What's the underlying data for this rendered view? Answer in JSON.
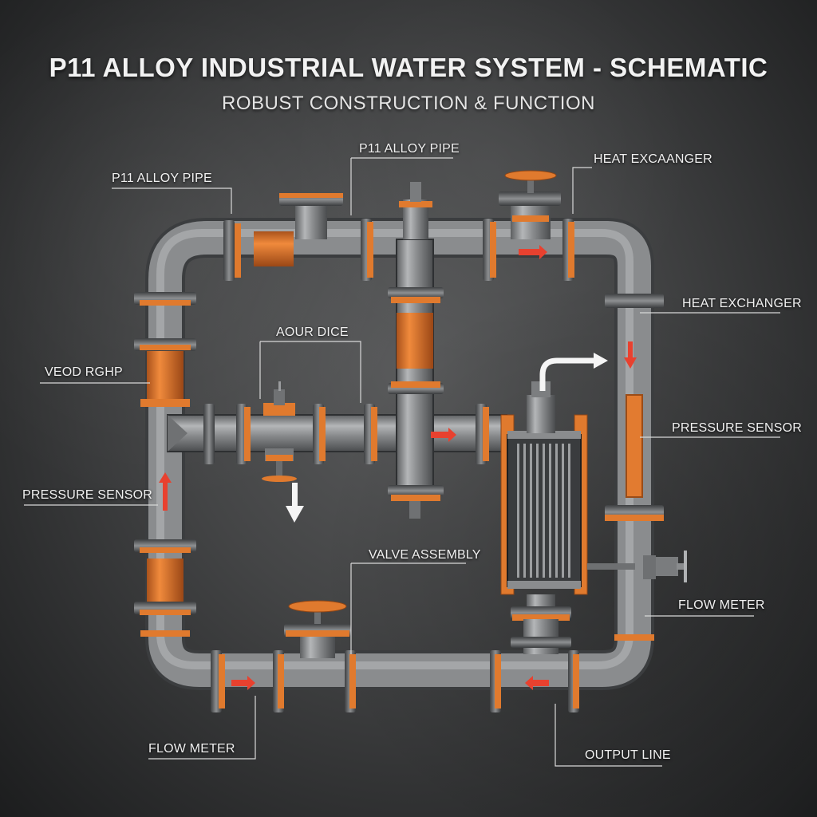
{
  "header": {
    "title": "P11 ALLOY INDUSTRIAL WATER SYSTEM - SCHEMATIC",
    "subtitle": "ROBUST CONSTRUCTION & FUNCTION"
  },
  "labels": {
    "p11_pipe_left": "P11 ALLOY PIPE",
    "p11_pipe_top": "P11 ALLOY PIPE",
    "heat_excaanger": "HEAT EXCAANGER",
    "heat_exchanger": "HEAT EXCHANGER",
    "aour_dice": "AOUR DICE",
    "veod_rghp": "VEOD RGHP",
    "pressure_sensor_left": "PRESSURE SENSOR",
    "pressure_sensor_right": "PRESSURE SENSOR",
    "valve_assembly": "VALVE ASSEMBLY",
    "flow_meter_right": "FLOW METER",
    "flow_meter_bottom": "FLOW METER",
    "output_line": "OUTPUT LINE"
  },
  "colors": {
    "pipe": "#8d8f90",
    "flange_orange": "#e07a2e",
    "flow_arrow": "#e8412f",
    "leader_line": "#d8d8d8"
  }
}
